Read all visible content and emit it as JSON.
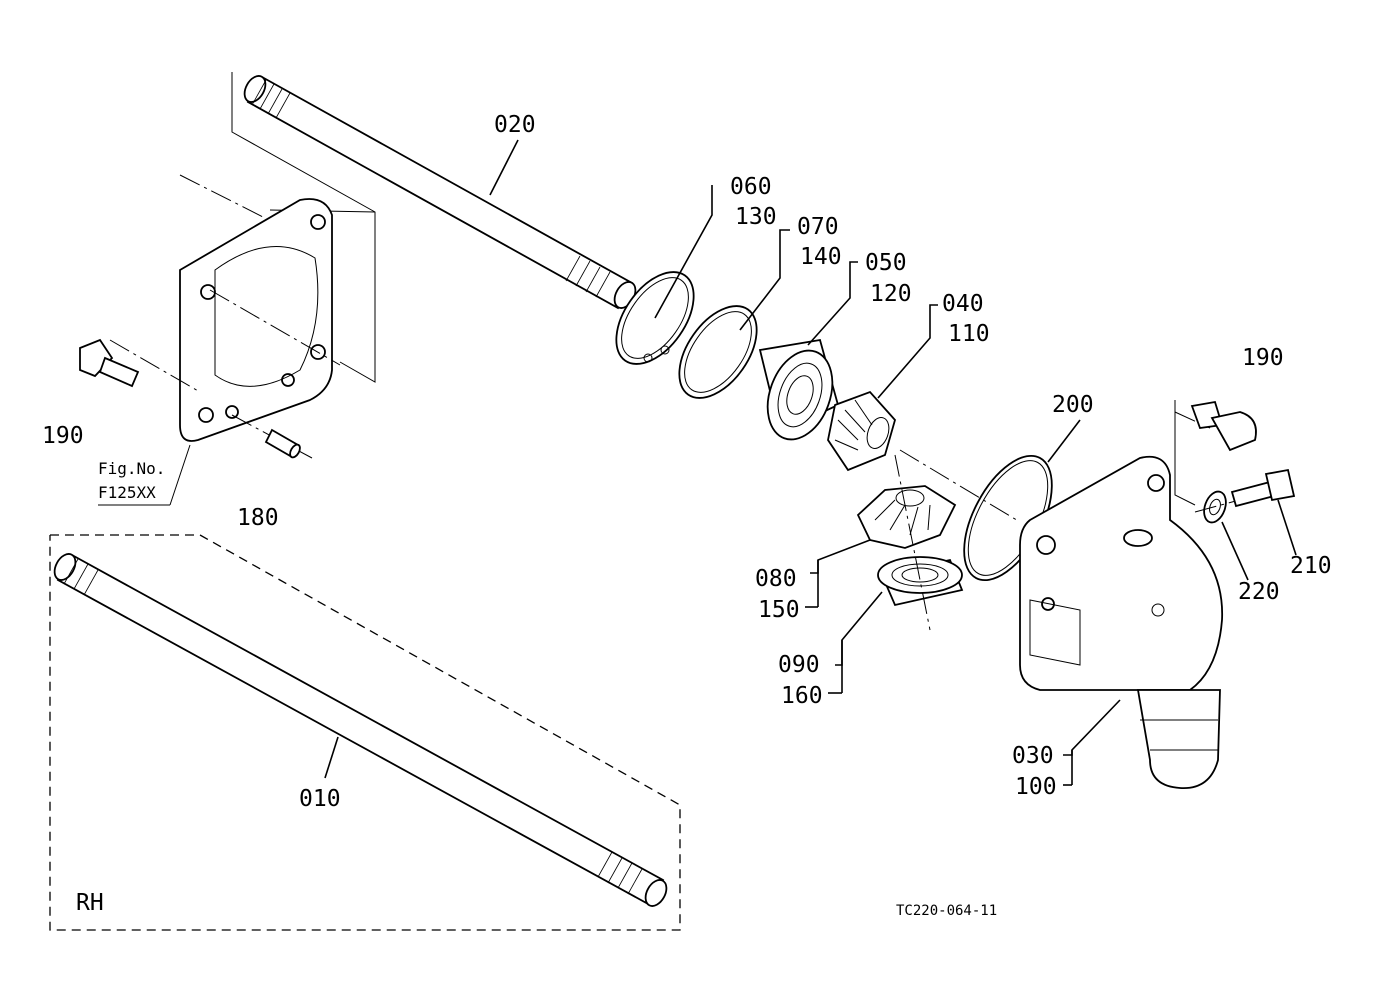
{
  "labels": {
    "p020": "020",
    "p060": "060",
    "p130": "130",
    "p070": "070",
    "p140": "140",
    "p050": "050",
    "p120": "120",
    "p040": "040",
    "p110": "110",
    "p190a": "190",
    "p190b": "190",
    "p200": "200",
    "p180": "180",
    "p080": "080",
    "p150": "150",
    "p090": "090",
    "p160": "160",
    "p030": "030",
    "p100": "100",
    "p220": "220",
    "p210": "210",
    "p010": "010"
  },
  "fig_ref": {
    "line1": "Fig.No.",
    "line2": "F125XX"
  },
  "rh_label": "RH",
  "drawing_code": "TC220-064-11"
}
